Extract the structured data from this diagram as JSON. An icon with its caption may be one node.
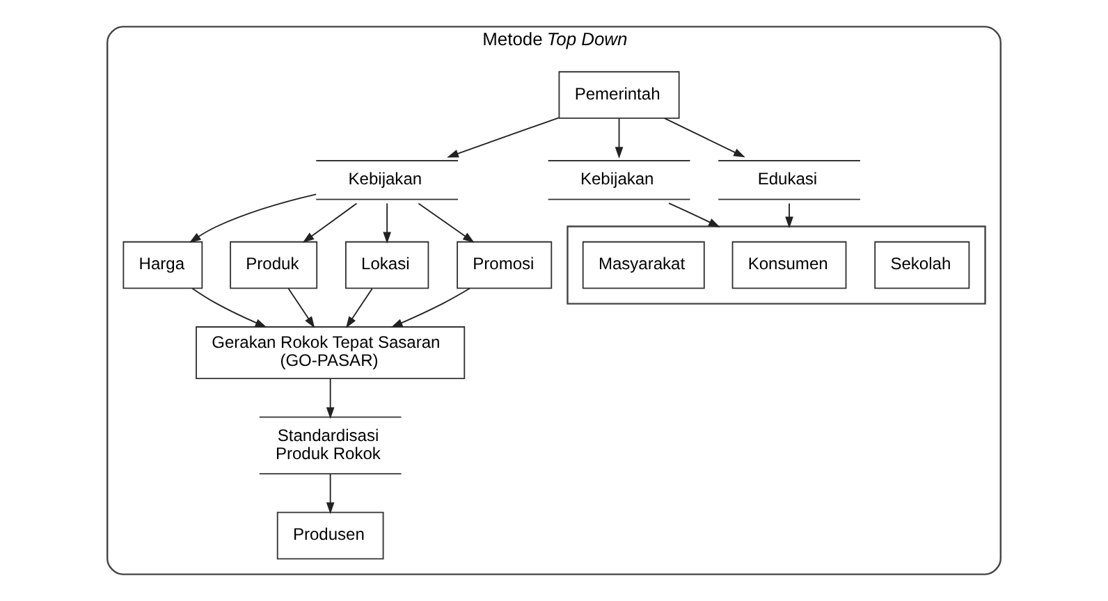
{
  "diagram": {
    "nodes": [
      {
        "text": [
          "Metode *Top Down*"
        ]
      },
      {
        "text": [
          "Pemerintah"
        ],
        "in": 0
      },
      {
        "text": [
          "Kebijakan"
        ],
        "in": 0
      },
      {
        "text": [
          "Harga"
        ],
        "in": 0
      },
      {
        "text": [
          "Produk"
        ],
        "in": 0
      },
      {
        "text": [
          "Lokasi"
        ],
        "in": 0
      },
      {
        "text": [
          "Promosi"
        ],
        "in": 0
      },
      {
        "text": [
          "Gerakan Rokok Tepat Sasaran (GO-PASAR)"
        ],
        "in": 0
      },
      {
        "text": [
          "Standardisasi Produk Rokok"
        ],
        "in": 0
      },
      {
        "text": [
          "Produsen"
        ],
        "in": 0
      },
      {
        "text": [
          "Kebijakan"
        ],
        "in": 0
      },
      {
        "text": [
          "Edukasi"
        ],
        "in": 0
      },
      {
        "text": [],
        "shape": "box",
        "in": 0
      },
      {
        "text": [
          "Masyarakat"
        ],
        "in": 12
      },
      {
        "text": [
          "Konsumen"
        ],
        "in": 12
      },
      {
        "text": [
          "Sekolah"
        ],
        "in": 12
      }
    ],
    "edges": [
      {
        "from": 1,
        "to": 2,
        "arrow": "to"
      },
      {
        "from": 2,
        "to": 3,
        "arrow": "to"
      },
      {
        "from": 2,
        "to": 4,
        "arrow": "to"
      },
      {
        "from": 2,
        "to": 5,
        "arrow": "to"
      },
      {
        "from": 2,
        "to": 6,
        "arrow": "to"
      },
      {
        "from": 3,
        "to": 7,
        "arrow": "to"
      },
      {
        "from": 4,
        "to": 7,
        "arrow": "to"
      },
      {
        "from": 5,
        "to": 7,
        "arrow": "to"
      },
      {
        "from": 6,
        "to": 7,
        "arrow": "to"
      },
      {
        "from": 7,
        "to": 8,
        "arrow": "to"
      },
      {
        "from": 8,
        "to": 9,
        "arrow": "to"
      },
      {
        "from": 1,
        "to": 10,
        "arrow": "to"
      },
      {
        "from": 1,
        "to": 11,
        "arrow": "to"
      },
      {
        "from": 10,
        "to": 12,
        "arrow": "to"
      },
      {
        "from": 11,
        "to": 12,
        "arrow": "to"
      }
    ]
  }
}
